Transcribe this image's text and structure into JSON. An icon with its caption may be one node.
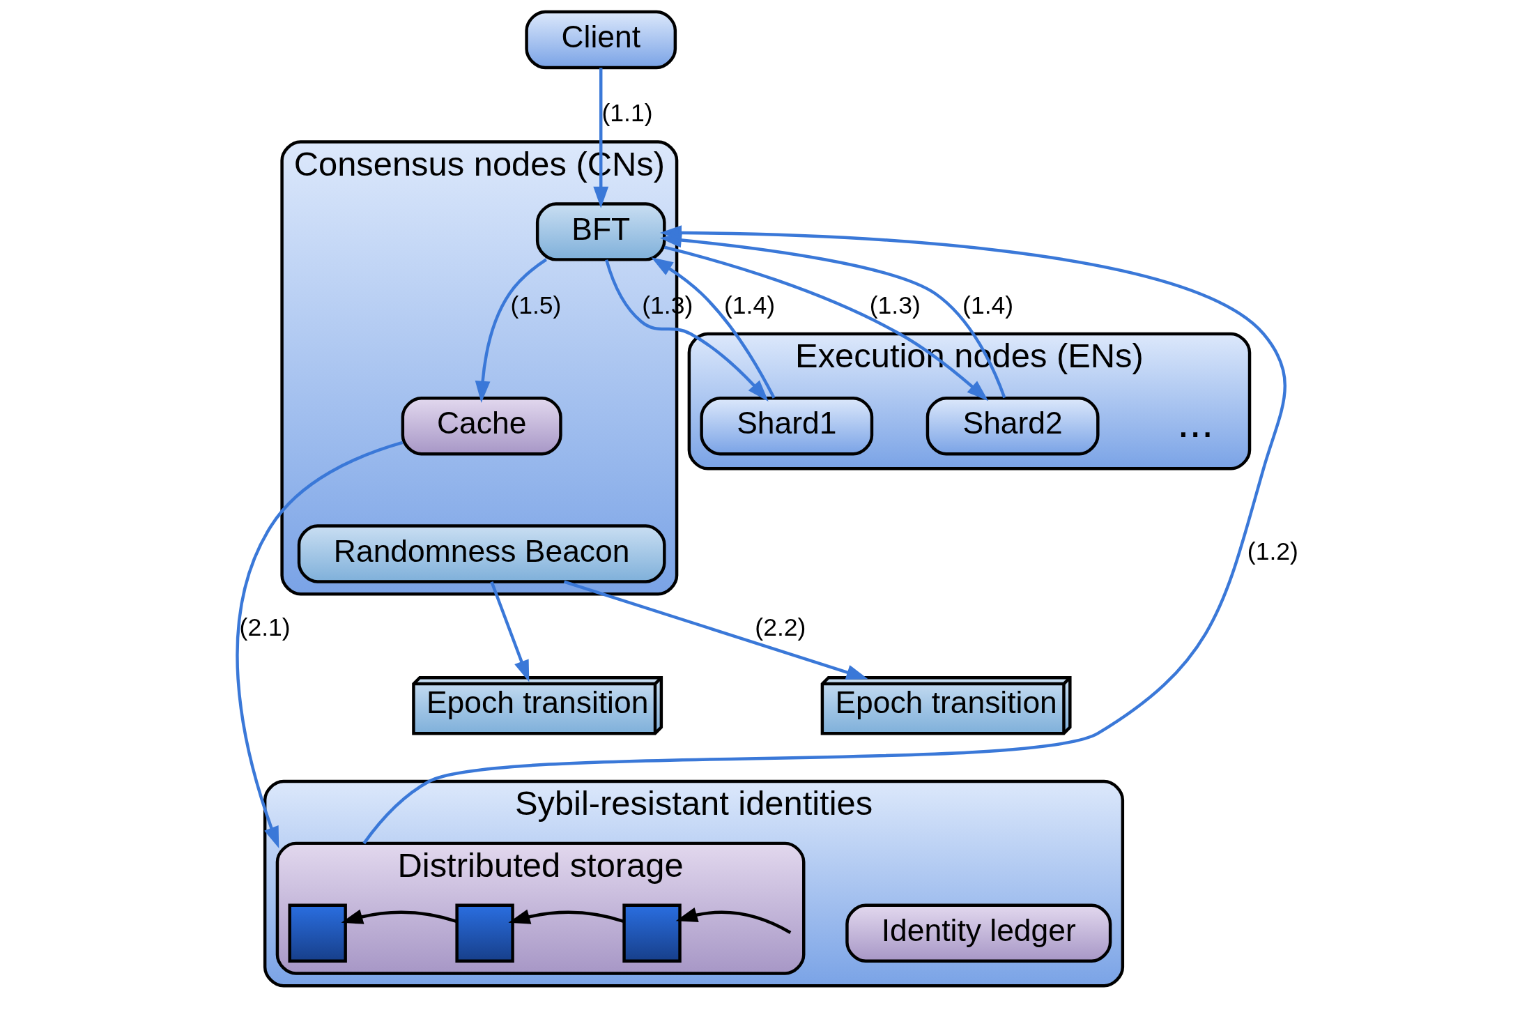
{
  "diagram": {
    "nodes": [
      {
        "text": [
          "Consensus nodes (CNs)"
        ]
      },
      {
        "text": [
          "BFT"
        ],
        "in": 0
      },
      {
        "text": [
          "Cache"
        ],
        "in": 0
      },
      {
        "text": [
          "Randomness Beacon"
        ],
        "in": 0
      },
      {
        "text": [
          "Client"
        ]
      },
      {
        "text": [
          "Execution nodes (ENs)"
        ]
      },
      {
        "text": [
          "..."
        ],
        "in": 5
      },
      {
        "text": [
          "Shard2"
        ],
        "in": 5
      },
      {
        "text": [
          "Shard1"
        ],
        "in": 5
      },
      {
        "text": [
          "Epoch transition"
        ]
      },
      {
        "text": [
          "Epoch transition"
        ]
      },
      {
        "text": [
          "Sybil-resistant identities"
        ]
      },
      {
        "text": [
          "Identity ledger"
        ],
        "in": 11
      },
      {
        "text": [
          "Distributed storage"
        ],
        "in": 11
      },
      {
        "text": [],
        "shape": "box",
        "in": 13
      },
      {
        "text": [],
        "shape": "box",
        "in": 13
      },
      {
        "text": [],
        "shape": "box",
        "in": 13
      }
    ],
    "edges": [
      {
        "from": 4,
        "to": 1,
        "arrow": "to",
        "label": "(1.1)"
      },
      {
        "from": 1,
        "to": 7,
        "arrow": "to",
        "label": "(1.3)"
      },
      {
        "from": 7,
        "to": 1,
        "arrow": "to",
        "label": "(1.4)"
      },
      {
        "from": 1,
        "to": 8,
        "arrow": "to",
        "label": "(1.3)"
      },
      {
        "from": 8,
        "to": 1,
        "arrow": "to",
        "label": "(1.4)"
      },
      {
        "from": 13,
        "to": 1,
        "arrow": "to",
        "label": "(1.2)"
      },
      {
        "from": 1,
        "to": 2,
        "arrow": "to",
        "label": "(1.5)"
      },
      {
        "from": 2,
        "to": 13,
        "arrow": "to",
        "label": "(2.1)"
      },
      {
        "from": 3,
        "to": 9,
        "arrow": "to",
        "label": "(2.2)"
      },
      {
        "from": 3,
        "to": 10,
        "arrow": "to"
      },
      {
        "from": 15,
        "to": 14,
        "arrow": "to",
        "color": "#000000"
      },
      {
        "from": 16,
        "to": 15,
        "arrow": "to",
        "color": "#000000"
      },
      {
        "from": null,
        "to": 16,
        "arrow": "to",
        "color": "#000000"
      }
    ]
  }
}
